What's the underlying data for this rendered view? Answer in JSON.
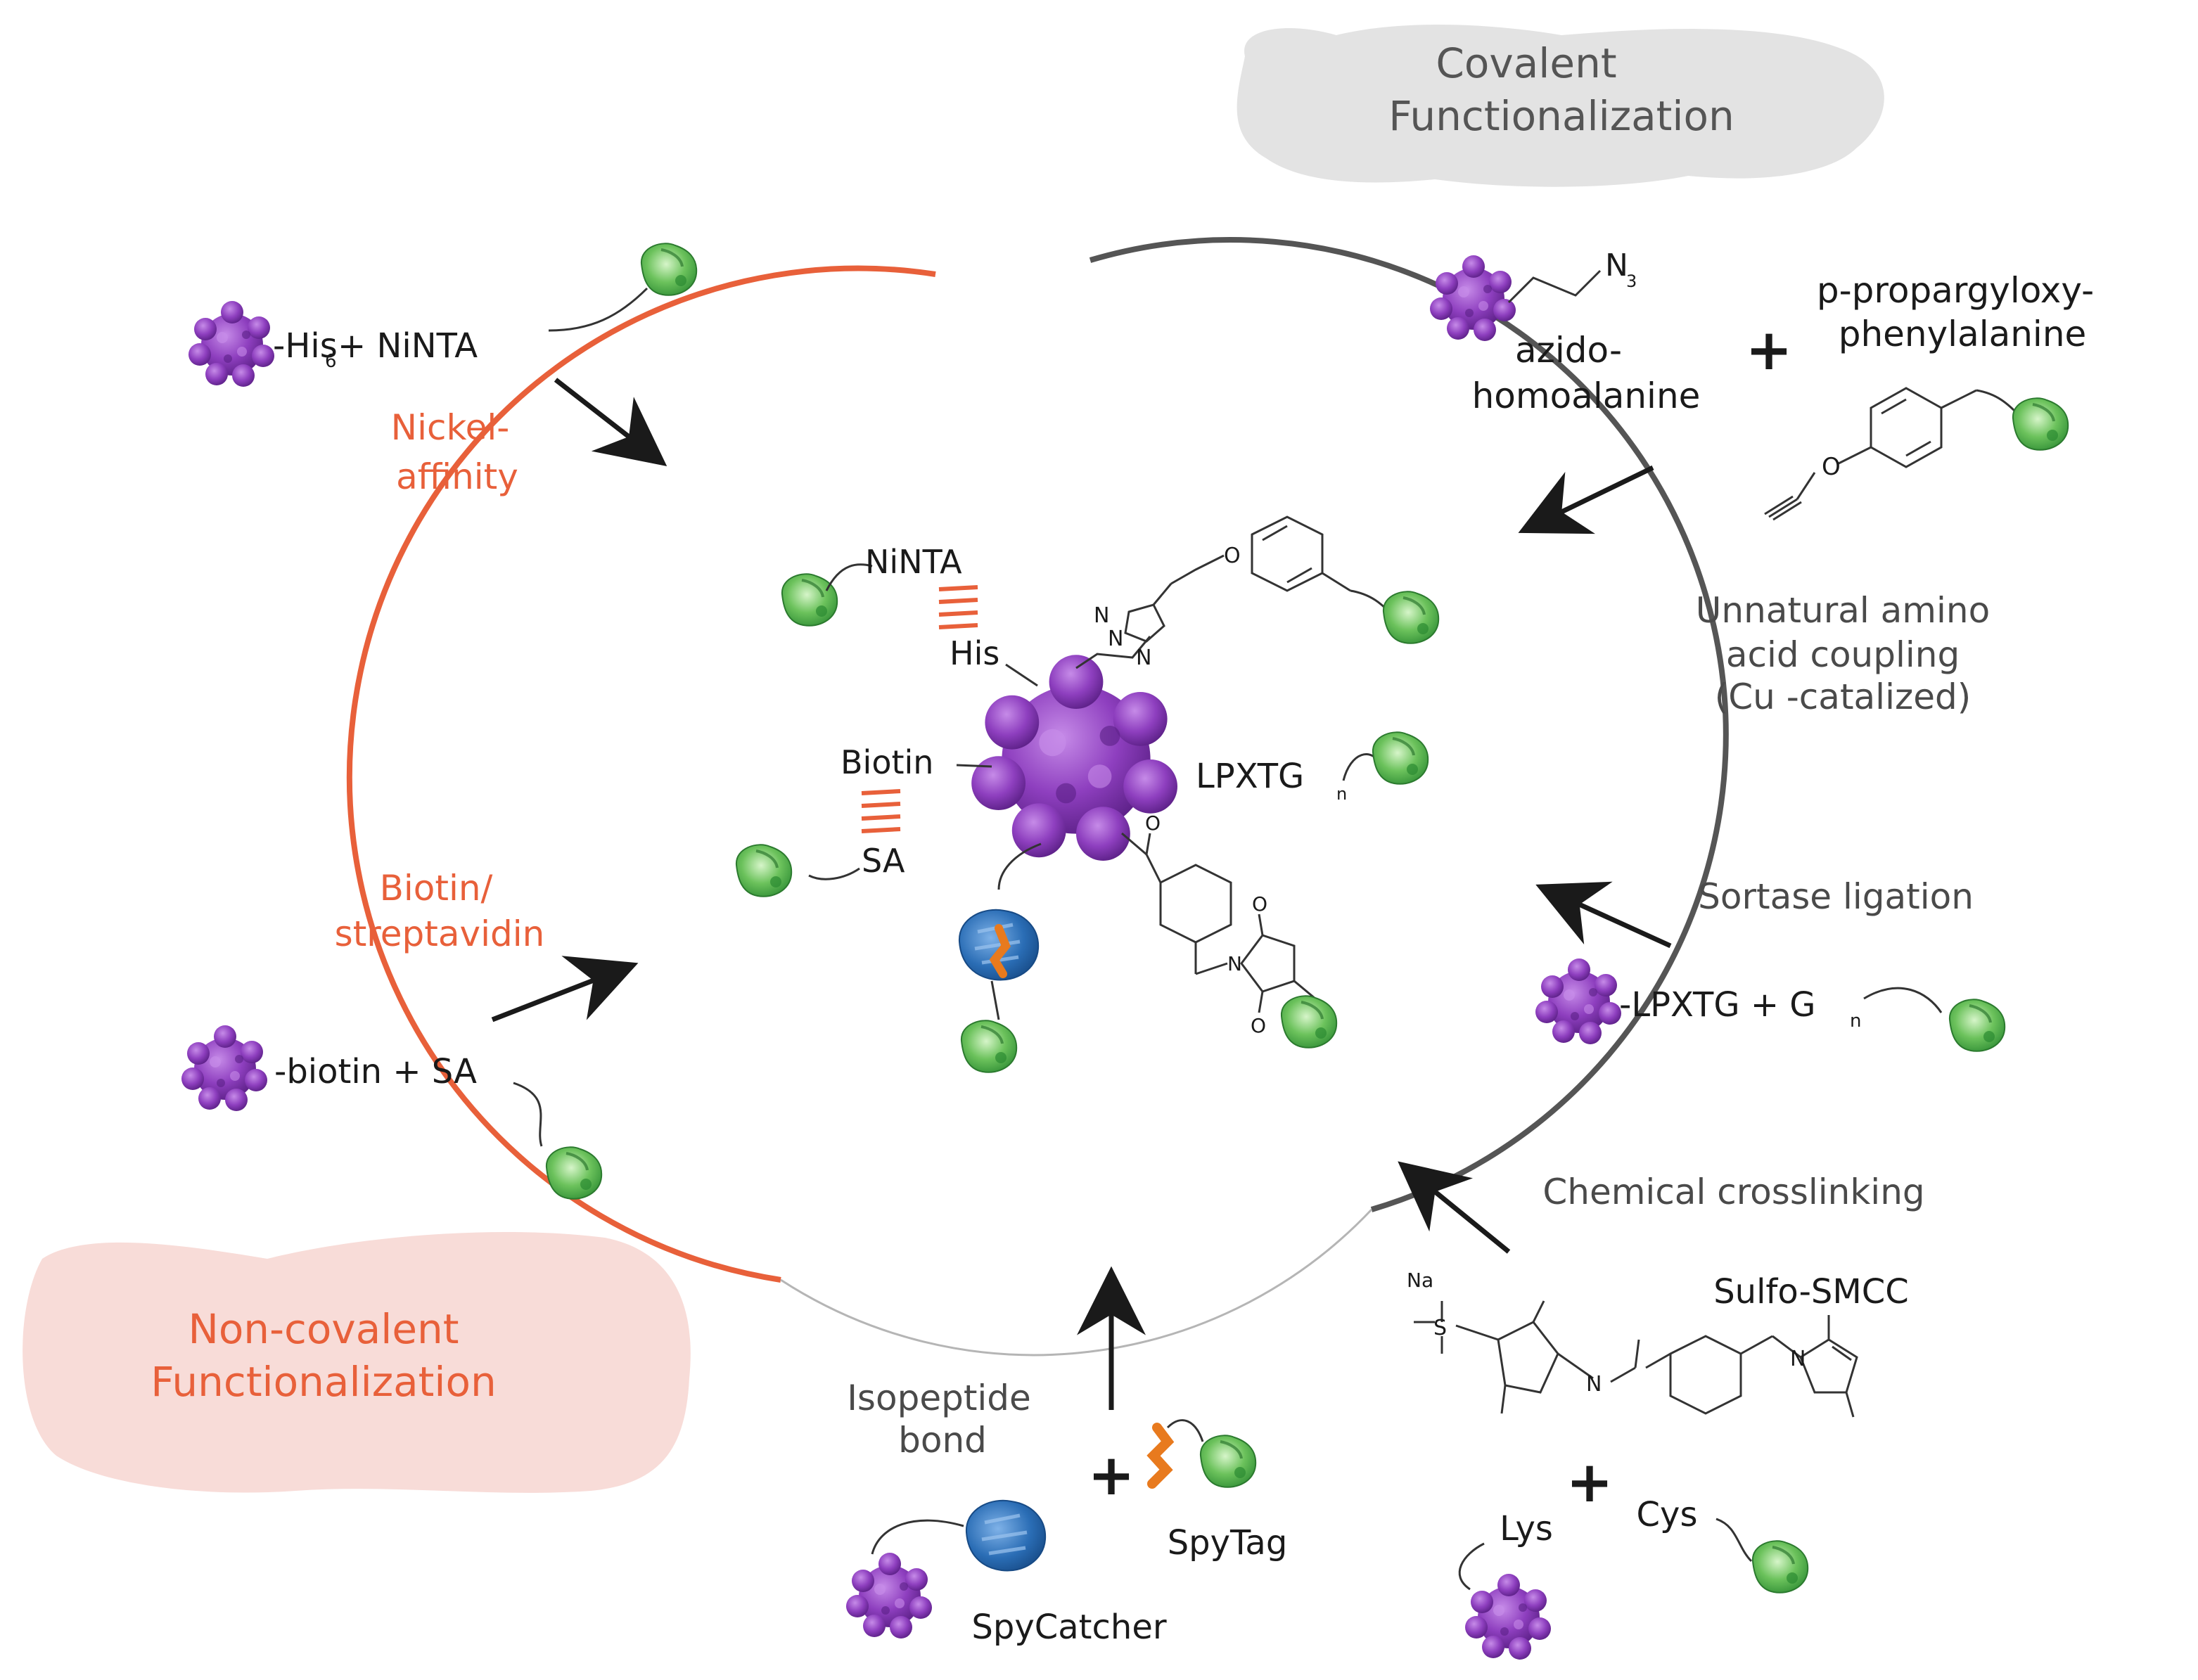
{
  "colors": {
    "noncovalent_accent": "#e8603a",
    "covalent_accent": "#555555",
    "protein_purple": "#8e3fbf",
    "antibody_green": "#4caf50",
    "spycatcher_blue": "#2a6db5",
    "spytag_orange": "#e87a1e",
    "noncovalent_cloud": "#f8dcd8",
    "covalent_cloud": "#e3e3e3"
  },
  "titles": {
    "covalent_line1": "Covalent",
    "covalent_line2": "Functionalization",
    "noncovalent_line1": "Non-covalent",
    "noncovalent_line2": "Functionalization"
  },
  "methods": {
    "nickel_line1": "Nickel-",
    "nickel_line2": "affinity",
    "biotin_line1": "Biotin/",
    "biotin_line2": "streptavidin",
    "unnatural_line1": "Unnatural amino",
    "unnatural_line2": "acid coupling",
    "unnatural_line3": "(Cu -catalized)",
    "sortase": "Sortase ligation",
    "crosslink": "Chemical crosslinking",
    "isopeptide_line1": "Isopeptide",
    "isopeptide_line2": "bond"
  },
  "reagents": {
    "his_nitra": "-His",
    "his_sub": "6",
    "plus_nitra": " + NiNTA",
    "biotin_sa": "-biotin + SA",
    "n3": "N",
    "n3_sub": "3",
    "azido_line1": "azido-",
    "azido_line2": "homoalanine",
    "ppa_line1": "p-propargyloxy-",
    "ppa_line2": "phenylalanine",
    "lpxtg_gn": "-LPXTG + G",
    "gn_sub": "n",
    "sulfo": "Sulfo-SMCC",
    "na": "Na",
    "lys": "Lys",
    "cys": "Cys",
    "spytag": "SpyTag",
    "spycatcher": "SpyCatcher",
    "plus": "+"
  },
  "center": {
    "nitra": "NiNTA",
    "his": "His",
    "biotin": "Biotin",
    "sa": "SA",
    "lpxtg": "LPXTG",
    "lpxtg_sub": "n"
  },
  "chem_atoms": {
    "O": "O",
    "N": "N",
    "S": "S",
    "minus": "−"
  }
}
